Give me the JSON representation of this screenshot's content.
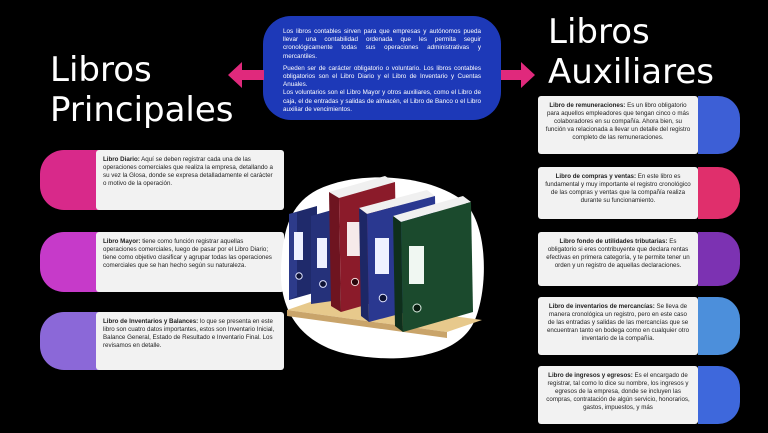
{
  "titles": {
    "left_line1": "Libros",
    "left_line2": "Principales",
    "right_line1": "Libros",
    "right_line2": "Auxiliares"
  },
  "center": {
    "p1": "Los libros contables sirven para que empresas y autónomos pueda llevar una contabilidad ordenada que les permita seguir cronológicamente todas sus operaciones administrativas y mercantiles.",
    "p2": "Pueden ser de carácter obligatorio o voluntario. Los libros contables obligatorios son el Libro Diario y el Libro de Inventario y Cuentas Anuales.",
    "p3": "Los voluntarios son el Libro Mayor y otros auxiliares, como el Libro de caja, el de entradas y salidas de almacén, el Libro de Banco o el Libro auxiliar de vencimientos."
  },
  "colors": {
    "center_box": "#1d39b8",
    "arrow": "#e0297c",
    "left_tabs": [
      "#d8298a",
      "#c63ac9",
      "#8b68d8"
    ],
    "right_tabs": [
      "#3d5fd6",
      "#e02f6c",
      "#7c32b2",
      "#4c8fdb",
      "#3e68dc"
    ]
  },
  "left_cards": [
    {
      "heading": "Libro Diario:",
      "text": " Aquí se deben registrar cada una de las operaciones comerciales que realiza la empresa, detallando a su vez la Glosa, donde se expresa detalladamente el carácter o motivo de la operación."
    },
    {
      "heading": "Libro Mayor:",
      "text": " tiene como función registrar aquellas operaciones comerciales, luego de pasar por el Libro Diario; tiene como objetivo clasificar y agrupar todas las operaciones comerciales que se han hecho según su naturaleza."
    },
    {
      "heading": "Libro de Inventarios y Balances:",
      "text": " lo que se presenta en este libro son cuatro datos importantes, estos son Inventario Inicial, Balance General, Estado de Resultado e Inventario Final. Los revisamos en detalle."
    }
  ],
  "right_cards": [
    {
      "heading": "Libro de remuneraciones:",
      "text": " Es un libro obligatorio para aquellos empleadores que tengan cinco o más colaboradores en su compañía. Ahora bien, su función va relacionada a llevar un detalle del registro completo de las remuneraciones."
    },
    {
      "heading": "Libro de compras y ventas:",
      "text": " En este libro es fundamental y muy importante el registro cronológico de las compras y ventas que la compañía realiza durante su funcionamiento."
    },
    {
      "heading": "Libro fondo de utilidades tributarias:",
      "text": " Es obligatorio si eres contribuyente que declara rentas efectivas en primera categoría, y te permite tener un orden y un registro de aquellas declaraciones."
    },
    {
      "heading": "Libro de inventarios de mercancías:",
      "text": " Se lleva de manera cronológica un registro, pero en este caso de las entradas y salidas de las mercancías que se encuentran tanto en bodega como en cualquier otro inventario de la compañía."
    },
    {
      "heading": "Libro de ingresos y egresos:",
      "text": " Es el encargado de registrar, tal como lo dice su nombre, los ingresos y egresos de la empresa, donde se incluyen las compras, contratación de algún servicio, honorarios, gastos, impuestos, y más"
    }
  ]
}
